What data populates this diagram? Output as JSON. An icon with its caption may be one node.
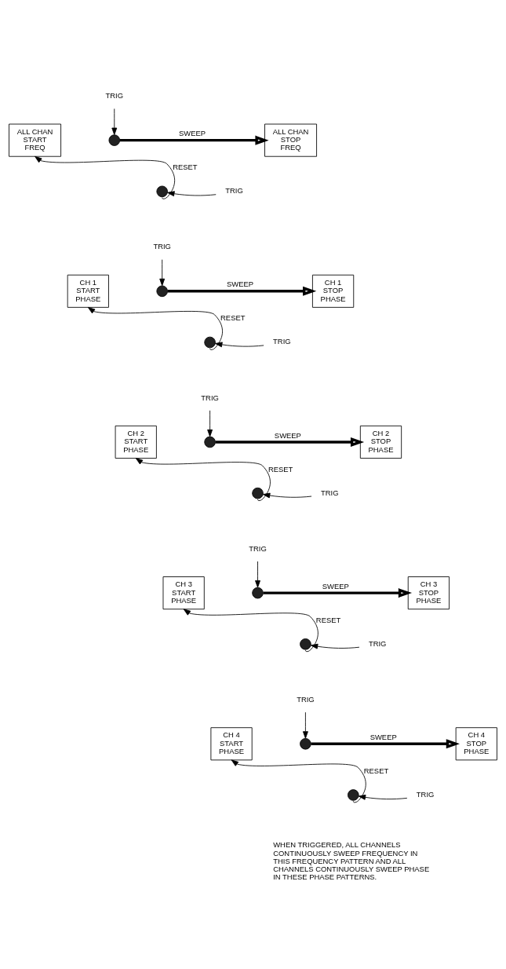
{
  "diagram": {
    "nodes": [
      {
        "text": [
          "TRIG"
        ]
      },
      {
        "text": [
          "ALL CHAN START FREQ"
        ]
      },
      {
        "text": [],
        "shape": "circle"
      },
      {
        "text": [
          "ALL CHAN STOP FREQ"
        ]
      },
      {
        "text": [],
        "shape": "circle"
      },
      {
        "text": [
          "TRIG"
        ]
      },
      {
        "text": [
          "TRIG"
        ]
      },
      {
        "text": [
          "CH 1 START PHASE"
        ]
      },
      {
        "text": [],
        "shape": "circle"
      },
      {
        "text": [
          "CH 1 STOP PHASE"
        ]
      },
      {
        "text": [],
        "shape": "circle"
      },
      {
        "text": [
          "TRIG"
        ]
      },
      {
        "text": [
          "TRIG"
        ]
      },
      {
        "text": [
          "CH 2 START PHASE"
        ]
      },
      {
        "text": [],
        "shape": "circle"
      },
      {
        "text": [
          "CH 2 STOP PHASE"
        ]
      },
      {
        "text": [],
        "shape": "circle"
      },
      {
        "text": [
          "TRIG"
        ]
      },
      {
        "text": [
          "TRIG"
        ]
      },
      {
        "text": [
          "CH 3 START PHASE"
        ]
      },
      {
        "text": [],
        "shape": "circle"
      },
      {
        "text": [
          "CH 3 STOP PHASE"
        ]
      },
      {
        "text": [],
        "shape": "circle"
      },
      {
        "text": [
          "TRIG"
        ]
      },
      {
        "text": [
          "TRIG"
        ]
      },
      {
        "text": [
          "CH 4 START PHASE"
        ]
      },
      {
        "text": [],
        "shape": "circle"
      },
      {
        "text": [
          "CH 4 STOP PHASE"
        ]
      },
      {
        "text": [],
        "shape": "circle"
      },
      {
        "text": [
          "TRIG"
        ]
      }
    ],
    "edges": [
      {
        "from": 0,
        "to": 2,
        "arrow": "to"
      },
      {
        "from": 2,
        "to": 3,
        "arrow": "to",
        "label": "SWEEP",
        "style": "thick"
      },
      {
        "from": 5,
        "to": 4,
        "arrow": "to"
      },
      {
        "from": 4,
        "to": 1,
        "arrow": "to",
        "label": "RESET"
      },
      {
        "from": 6,
        "to": 8,
        "arrow": "to"
      },
      {
        "from": 8,
        "to": 9,
        "arrow": "to",
        "label": "SWEEP",
        "style": "thick"
      },
      {
        "from": 11,
        "to": 10,
        "arrow": "to"
      },
      {
        "from": 10,
        "to": 7,
        "arrow": "to",
        "label": "RESET"
      },
      {
        "from": 12,
        "to": 14,
        "arrow": "to"
      },
      {
        "from": 14,
        "to": 15,
        "arrow": "to",
        "label": "SWEEP",
        "style": "thick"
      },
      {
        "from": 17,
        "to": 16,
        "arrow": "to"
      },
      {
        "from": 16,
        "to": 13,
        "arrow": "to",
        "label": "RESET"
      },
      {
        "from": 18,
        "to": 20,
        "arrow": "to"
      },
      {
        "from": 20,
        "to": 21,
        "arrow": "to",
        "label": "SWEEP",
        "style": "thick"
      },
      {
        "from": 23,
        "to": 22,
        "arrow": "to"
      },
      {
        "from": 22,
        "to": 19,
        "arrow": "to",
        "label": "RESET"
      },
      {
        "from": 24,
        "to": 26,
        "arrow": "to"
      },
      {
        "from": 26,
        "to": 27,
        "arrow": "to",
        "label": "SWEEP",
        "style": "thick"
      },
      {
        "from": 29,
        "to": 28,
        "arrow": "to"
      },
      {
        "from": 28,
        "to": 25,
        "arrow": "to",
        "label": "RESET"
      }
    ],
    "labels": [
      "WHEN TRIGGERED, ALL CHANNELS CONTINUOUSLY SWEEP FREQUENCY IN THIS FREQUENCY PATTERN AND ALL CHANNELS CONTINUOUSLY SWEEP PHASE IN THESE PHASE PATTERNS."
    ]
  }
}
